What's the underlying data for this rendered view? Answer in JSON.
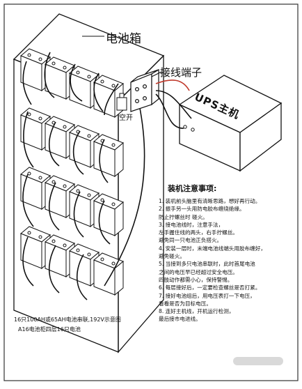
{
  "labels": {
    "battery_box": "电池箱",
    "terminal_block": "接线端子",
    "ups_host": "UPS主机",
    "breaker": "空开"
  },
  "notes": {
    "title": "装机注意事项:",
    "lines": [
      "1. 装机前头脑里有清晰思路，想好再行动。",
      "2. 振手另一头用防电胶布缠绕绝缘。",
      "   防止拧螺丝时 碰火。",
      "3. 接电池线时，注意手法，",
      "   左手握住线的两头，右手拧螺丝。",
      "   避免同一只电池正负搭火。",
      "4. 安装一层时，末端电池线端头用胶布缠好，",
      "   避免碰火。",
      "5. 当接到多只电池串联时，此时首尾电池",
      "   之间的电压早已经超过安全电压。",
      "   四肢动作都需小心，保持警惕。",
      "6. 每层接好后，一定要检查螺丝是否打紧。",
      "7. 接好电池组后，用电压表打一下电压，",
      "   看看是否为目标电压。",
      "8. 连好主机线，开机运行检测，",
      "   最后接市电进线。"
    ]
  },
  "caption": {
    "line1": "16只100AH或65AH电池串联,192V示意图",
    "line2": "A16电池柜四层16只电池"
  }
}
